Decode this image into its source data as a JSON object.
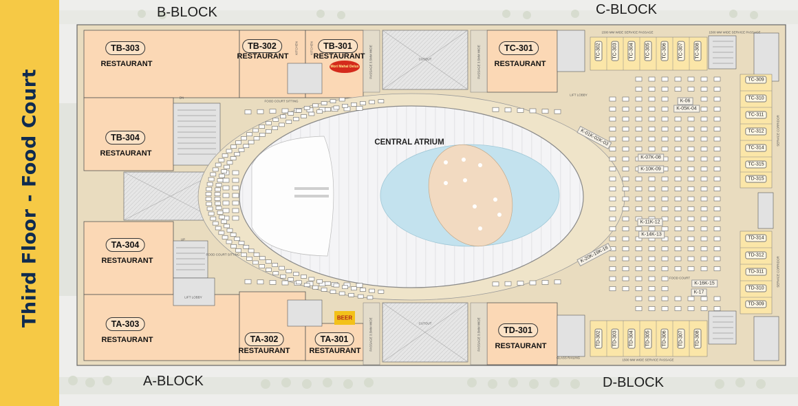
{
  "sidebar": {
    "title": "Third Floor - Food Court"
  },
  "blocks": {
    "b": "B-BLOCK",
    "c": "C-BLOCK",
    "a": "A-BLOCK",
    "d": "D-BLOCK"
  },
  "units": [
    {
      "code": "TB-303",
      "type": "RESTAURANT"
    },
    {
      "code": "TB-302",
      "type": "RESTAURANT"
    },
    {
      "code": "TB-301",
      "type": "RESTAURANT"
    },
    {
      "code": "TB-304",
      "type": "RESTAURANT"
    },
    {
      "code": "TA-304",
      "type": "RESTAURANT"
    },
    {
      "code": "TA-303",
      "type": "RESTAURANT"
    },
    {
      "code": "TA-302",
      "type": "RESTAURANT"
    },
    {
      "code": "TA-301",
      "type": "RESTAURANT"
    },
    {
      "code": "TC-301",
      "type": "RESTAURANT"
    },
    {
      "code": "TD-301",
      "type": "RESTAURANT"
    }
  ],
  "atrium": "CENTRAL ATRIUM",
  "kiosks": [
    "K-06",
    "K-05K-04",
    "K-07K-08",
    "K-10K-09",
    "K-11K-12",
    "K-14K-13",
    "K-16K-15",
    "K-17",
    "K-01K-02K-03",
    "K-20K-19K-18"
  ],
  "shops_top": [
    "TC-302",
    "TC-303",
    "TC-304",
    "TC-305",
    "TC-306",
    "TC-307",
    "TC-308"
  ],
  "shops_right_top": [
    "TC-309",
    "TC-310",
    "TC-311",
    "TC-312",
    "TC-314",
    "TC-315",
    "TD-315"
  ],
  "shops_right_bottom": [
    "TD-314",
    "TD-312",
    "TD-311",
    "TD-310",
    "TD-309"
  ],
  "shops_bottom": [
    "TD-302",
    "TD-303",
    "TD-304",
    "TD-305",
    "TD-306",
    "TD-307",
    "TD-308"
  ],
  "small_labels": {
    "food_court_sitting": "FOOD COURT SITTING",
    "food_court": "FOOD COURT",
    "cutout": "CUTOUT",
    "kitchen": "KITCHEN",
    "passage": "PASSAGE 3.5MM WIDE",
    "service_passage": "1500 MM WIDE SERVICE PASSAGE",
    "service_passage_b": "1500 MM WIDE SERVICE PASSAGE",
    "service_corridor": "SERVICE CORRIDOR",
    "lift_lobby": "LIFT LOBBY",
    "dn": "DN",
    "up": "UP",
    "glass_railing": "GLASS RAILING"
  },
  "logos": {
    "tb301": "Mori Mahal Delux",
    "ta301": "BEER"
  },
  "colors": {
    "sidebar_bg": "#f6c945",
    "sidebar_text": "#0f2b4f",
    "restaurant_fill": "#fbd8b5",
    "corridor_fill": "#eee3c8",
    "atrium_fill": "#f3f3f5",
    "water_fill": "#c3e2ee",
    "stage_fill": "#f2dac1"
  }
}
